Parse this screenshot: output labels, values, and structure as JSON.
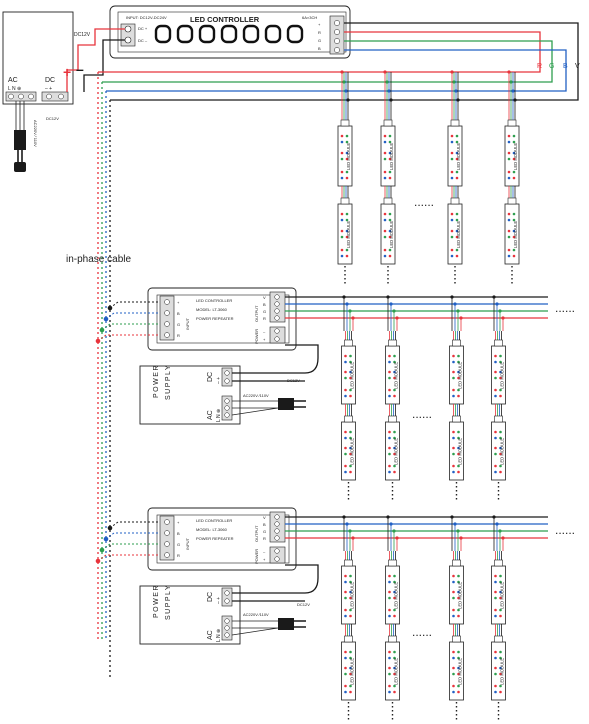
{
  "colors": {
    "red": "#e8343c",
    "green": "#2e9e4f",
    "blue": "#2260c4",
    "black": "#1a1a1a",
    "gray": "#666666"
  },
  "top_controller": {
    "title": "LED  CONTROLLER",
    "input_label": "INPUT: DC12V-DC24V",
    "rating": "6A×3CH",
    "dc_plus": "DC +",
    "dc_minus": "DC –",
    "out_labels": [
      "+",
      "R",
      "G",
      "B"
    ],
    "plus_sign": "+",
    "minus_sign": "–",
    "dc12v": "DC12V"
  },
  "top_psu": {
    "ac_label": "AC",
    "ac_terminals": "L  N  ⊕",
    "dc_label": "DC",
    "dc_terminals": "–  +",
    "dc12v": "DC12V",
    "plug_label": "AC220V ∕ 110V"
  },
  "rail_labels": [
    "R",
    "G",
    "B",
    "V"
  ],
  "in_phase_label": "in-phase cable",
  "repeater": {
    "line1": "LED   CONTROLLER",
    "line2": "MODEL:  LT-3060",
    "line3": "POWER   REPEATER",
    "input": "INPUT",
    "output": "OUTPUT",
    "power": "POWER",
    "pins_in": [
      "+",
      "B",
      "G",
      "R"
    ],
    "pins_out": [
      "V",
      "B",
      "G",
      "R"
    ],
    "pins_power": [
      "–",
      "+"
    ]
  },
  "power_supply": {
    "title_line1": "POWER",
    "title_line2": "SUPPLY",
    "dc_label": "DC",
    "ac_label": "AC",
    "dc_pins": "–  +",
    "ac_pins": "L  N  ⊕",
    "plug": "AC220V  ∕110V",
    "dc12v": "DC12V"
  },
  "module_label": "LED MODULE",
  "ellipsis": "......"
}
